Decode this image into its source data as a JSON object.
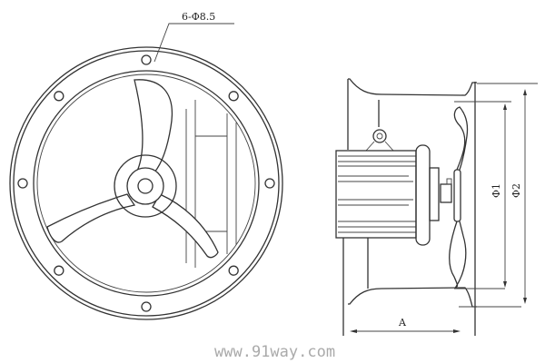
{
  "labels": {
    "bolt_holes": "6-Φ8.5",
    "diameter_1": "Φ1",
    "diameter_2": "Φ2",
    "length_a": "A"
  },
  "watermark": "www.91way.com"
}
